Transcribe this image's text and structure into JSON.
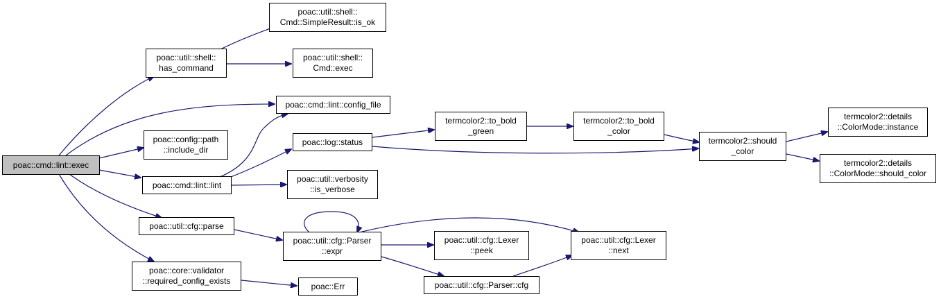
{
  "colors": {
    "edge": "#191970",
    "node_border": "#000000",
    "node_fill": "#ffffff",
    "root_fill": "#bfbfbf"
  },
  "nodes": {
    "exec": [
      "poac::cmd::lint::exec"
    ],
    "has_command": [
      "poac::util::shell::",
      "has_command"
    ],
    "is_ok": [
      "poac::util::shell::",
      "Cmd::SimpleResult::is_ok"
    ],
    "cmd_exec": [
      "poac::util::shell::",
      "Cmd::exec"
    ],
    "config_file": [
      "poac::cmd::lint::config_file"
    ],
    "include_dir": [
      "poac::config::path",
      "::include_dir"
    ],
    "log_status": [
      "poac::log::status"
    ],
    "lint": [
      "poac::cmd::lint::lint"
    ],
    "is_verbose": [
      "poac::util::verbosity",
      "::is_verbose"
    ],
    "to_bold_green": [
      "termcolor2::to_bold",
      "_green"
    ],
    "to_bold_color": [
      "termcolor2::to_bold",
      "_color"
    ],
    "should_color": [
      "termcolor2::should",
      "_color"
    ],
    "cm_instance": [
      "termcolor2::details",
      "::ColorMode::instance"
    ],
    "cm_should_color": [
      "termcolor2::details",
      "::ColorMode::should_color"
    ],
    "cfg_parse": [
      "poac::util::cfg::parse"
    ],
    "parser_expr": [
      "poac::util::cfg::Parser",
      "::expr"
    ],
    "lexer_peek": [
      "poac::util::cfg::Lexer",
      "::peek"
    ],
    "lexer_next": [
      "poac::util::cfg::Lexer",
      "::next"
    ],
    "parser_cfg": [
      "poac::util::cfg::Parser::cfg"
    ],
    "required_config": [
      "poac::core::validator",
      "::required_config_exists"
    ],
    "err": [
      "poac::Err"
    ]
  }
}
